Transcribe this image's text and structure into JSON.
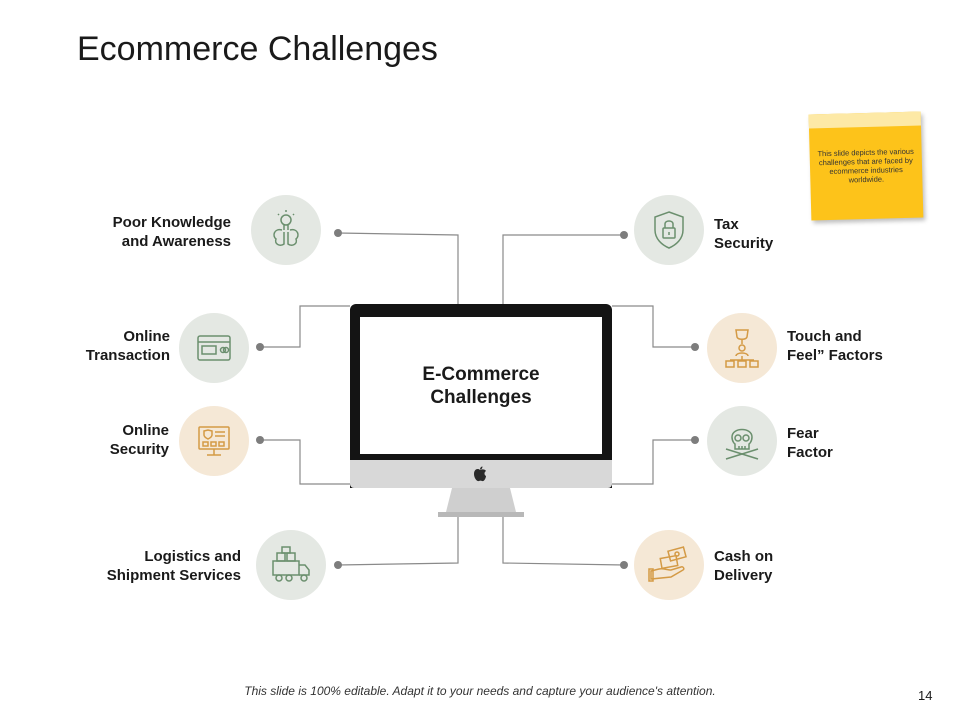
{
  "slide": {
    "title": "Ecommerce Challenges",
    "center_label": [
      "E-Commerce",
      "Challenges"
    ],
    "note": "This slide depicts the various challenges that are faced by ecommerce industries worldwide.",
    "footer": "This slide is 100% editable. Adapt it to your needs and capture your audience's attention.",
    "page_number": "14"
  },
  "items": [
    {
      "lines": [
        "Poor Knowledge",
        "and Awareness"
      ],
      "icon": "brain-bulb-icon"
    },
    {
      "lines": [
        "Online",
        "Transaction"
      ],
      "icon": "card-payment-icon"
    },
    {
      "lines": [
        "Online",
        "Security"
      ],
      "icon": "secure-screen-icon"
    },
    {
      "lines": [
        "Logistics  and",
        "Shipment  Services"
      ],
      "icon": "delivery-truck-icon"
    },
    {
      "lines": [
        "Tax",
        "Security"
      ],
      "icon": "shield-lock-icon"
    },
    {
      "lines": [
        "Touch and",
        "Feel”  Factors"
      ],
      "icon": "trophy-hierarchy-icon"
    },
    {
      "lines": [
        "Fear",
        "Factor"
      ],
      "icon": "skull-icon"
    },
    {
      "lines": [
        "Cash on",
        "Delivery"
      ],
      "icon": "cash-hand-icon"
    }
  ],
  "colors": {
    "green_icon": "#6b8f6e",
    "orange_icon": "#d49a45",
    "wire": "#8a8a8a",
    "note": "#fdc31a"
  }
}
